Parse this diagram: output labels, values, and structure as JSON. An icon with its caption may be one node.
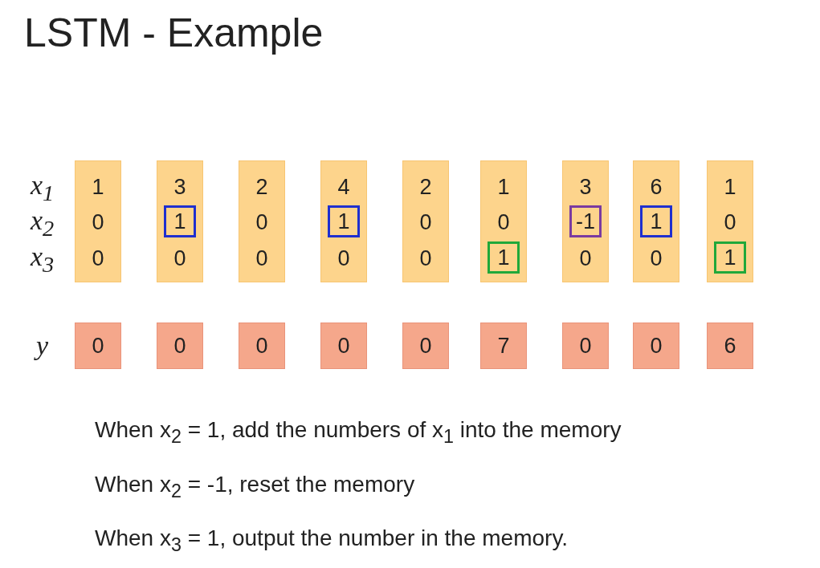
{
  "diagram": {
    "title": "LSTM - Example",
    "nodes": [
      {
        "text": [
          "1",
          "0",
          "0"
        ]
      },
      {
        "text": [
          "3",
          "0"
        ]
      },
      {
        "text": [
          "1"
        ],
        "in": 1
      },
      {
        "text": [
          "2",
          "0",
          "0"
        ]
      },
      {
        "text": [
          "4",
          "0"
        ]
      },
      {
        "text": [
          "1"
        ],
        "in": 4
      },
      {
        "text": [
          "2",
          "0",
          "0"
        ]
      },
      {
        "text": [
          "1",
          "0"
        ]
      },
      {
        "text": [
          "1"
        ],
        "in": 7
      },
      {
        "text": [
          "3",
          "0"
        ]
      },
      {
        "text": [
          "-1"
        ],
        "in": 9
      },
      {
        "text": [
          "6",
          "0"
        ]
      },
      {
        "text": [
          "1"
        ],
        "in": 11
      },
      {
        "text": [
          "1",
          "0"
        ]
      },
      {
        "text": [
          "1"
        ],
        "in": 13
      },
      {
        "text": [
          "0"
        ]
      },
      {
        "text": [
          "0"
        ]
      },
      {
        "text": [
          "0"
        ]
      },
      {
        "text": [
          "0"
        ]
      },
      {
        "text": [
          "0"
        ]
      },
      {
        "text": [
          "7"
        ]
      },
      {
        "text": [
          "0"
        ]
      },
      {
        "text": [
          "0"
        ]
      },
      {
        "text": [
          "6"
        ]
      }
    ],
    "labels": [
      "x$_{1}$",
      "x$_{2}$",
      "x$_{3}$",
      "y",
      "When x$_{2}$ = 1, add the numbers of x$_{1}$ into the memory",
      "When x$_{2}$ = -1, reset the memory",
      "When x$_{3}$ = 1, output the number in the memory."
    ]
  }
}
